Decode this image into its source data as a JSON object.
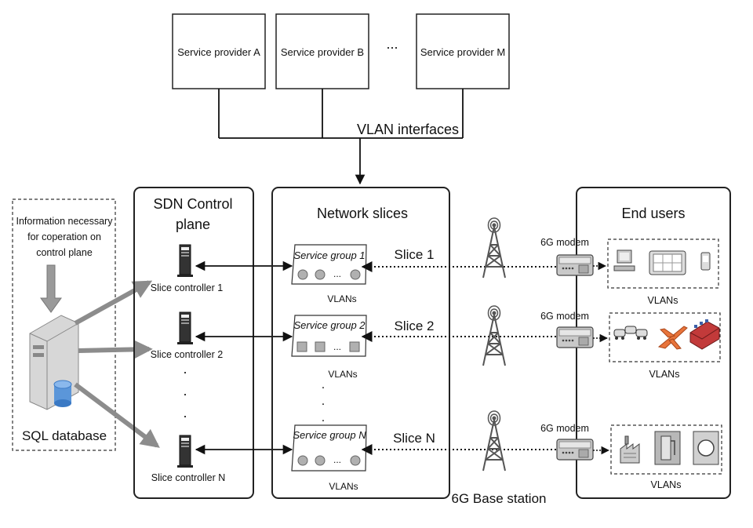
{
  "providers": [
    "Service provider A",
    "Service provider B",
    "Service provider M"
  ],
  "providers_ellipsis": "...",
  "vlan_interfaces": "VLAN interfaces",
  "db_panel": {
    "info_lines": [
      "Information necessary",
      "for coperation on",
      "control plane"
    ],
    "db_label": "SQL database"
  },
  "sdn_panel": {
    "title_lines": [
      "SDN Control",
      "plane"
    ],
    "controllers": [
      "Slice controller 1",
      "Slice controller 2",
      "Slice controller N"
    ],
    "dots": "."
  },
  "slices_panel": {
    "title": "Network slices",
    "groups": [
      "Service group 1",
      "Service group 2",
      "Service group N"
    ],
    "group_ellipsis": "...",
    "vlans_label": "VLANs",
    "dots": "."
  },
  "slices": [
    "Slice 1",
    "Slice 2",
    "Slice N"
  ],
  "base_station_label": "6G Base station",
  "users_panel": {
    "title": "End users",
    "modem_label": "6G modem",
    "vlans_label": "VLANs"
  },
  "colors": {
    "line": "#111111",
    "arrow_gray": "#8c8c8c",
    "device_gray": "#bdbdbd"
  }
}
